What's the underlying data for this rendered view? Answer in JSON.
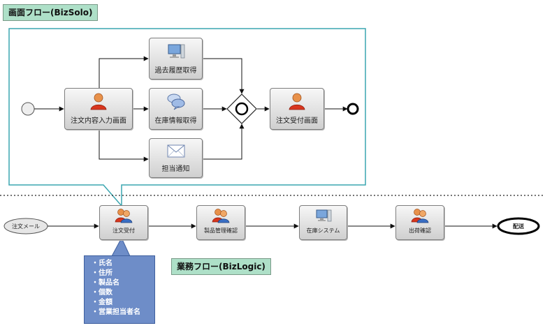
{
  "labels": {
    "screen_flow": "画面フロー(BizSolo)",
    "business_flow": "業務フロー(BizLogic)"
  },
  "screen_flow": {
    "tasks": {
      "order_input": "注文内容入力画面",
      "history": "過去履歴取得",
      "stock_info": "在庫情報取得",
      "notify": "担当通知",
      "order_accept_screen": "注文受付画面"
    }
  },
  "business_flow": {
    "start_event": "注文メール",
    "tasks": {
      "order_accept": "注文受付",
      "product_check": "製品管理確認",
      "stock_system": "在庫システム",
      "shipping_check": "出荷確認"
    },
    "end_event": "配送"
  },
  "note": {
    "items": [
      "・氏名",
      "・住所",
      "・製品名",
      "・個数",
      "・金額",
      "・営業担当者名"
    ]
  },
  "colors": {
    "screen_frame": "#3aa6b0",
    "label_bg": "#aee0c8",
    "note_bg": "#6e8dc8",
    "task_border": "#7e7e7e"
  },
  "icons": {
    "person": "person-icon",
    "group": "group-icon",
    "computer": "computer-icon",
    "chat": "chat-icon",
    "mail": "mail-icon"
  }
}
